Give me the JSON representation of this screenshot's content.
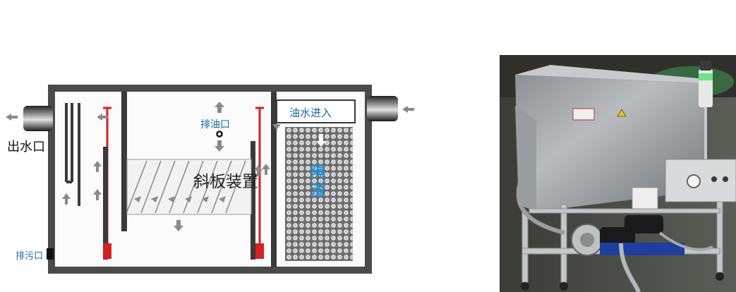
{
  "diagram": {
    "labels": {
      "outlet": "出水口",
      "oil_outlet": "排油口",
      "inlet": "油水进入",
      "plate_device": "斜板装置",
      "slag_line1": "隔",
      "slag_line2": "渣",
      "drain": "排污口"
    },
    "colors": {
      "wall": "#4a4a4a",
      "divider": "#3a3a3a",
      "red_rod": "#d42020",
      "arrow": "#8a8a8a",
      "label_blue": "#1b6aa0",
      "slag_text": "#2a8fd0"
    }
  },
  "photo": {
    "caption": ""
  }
}
